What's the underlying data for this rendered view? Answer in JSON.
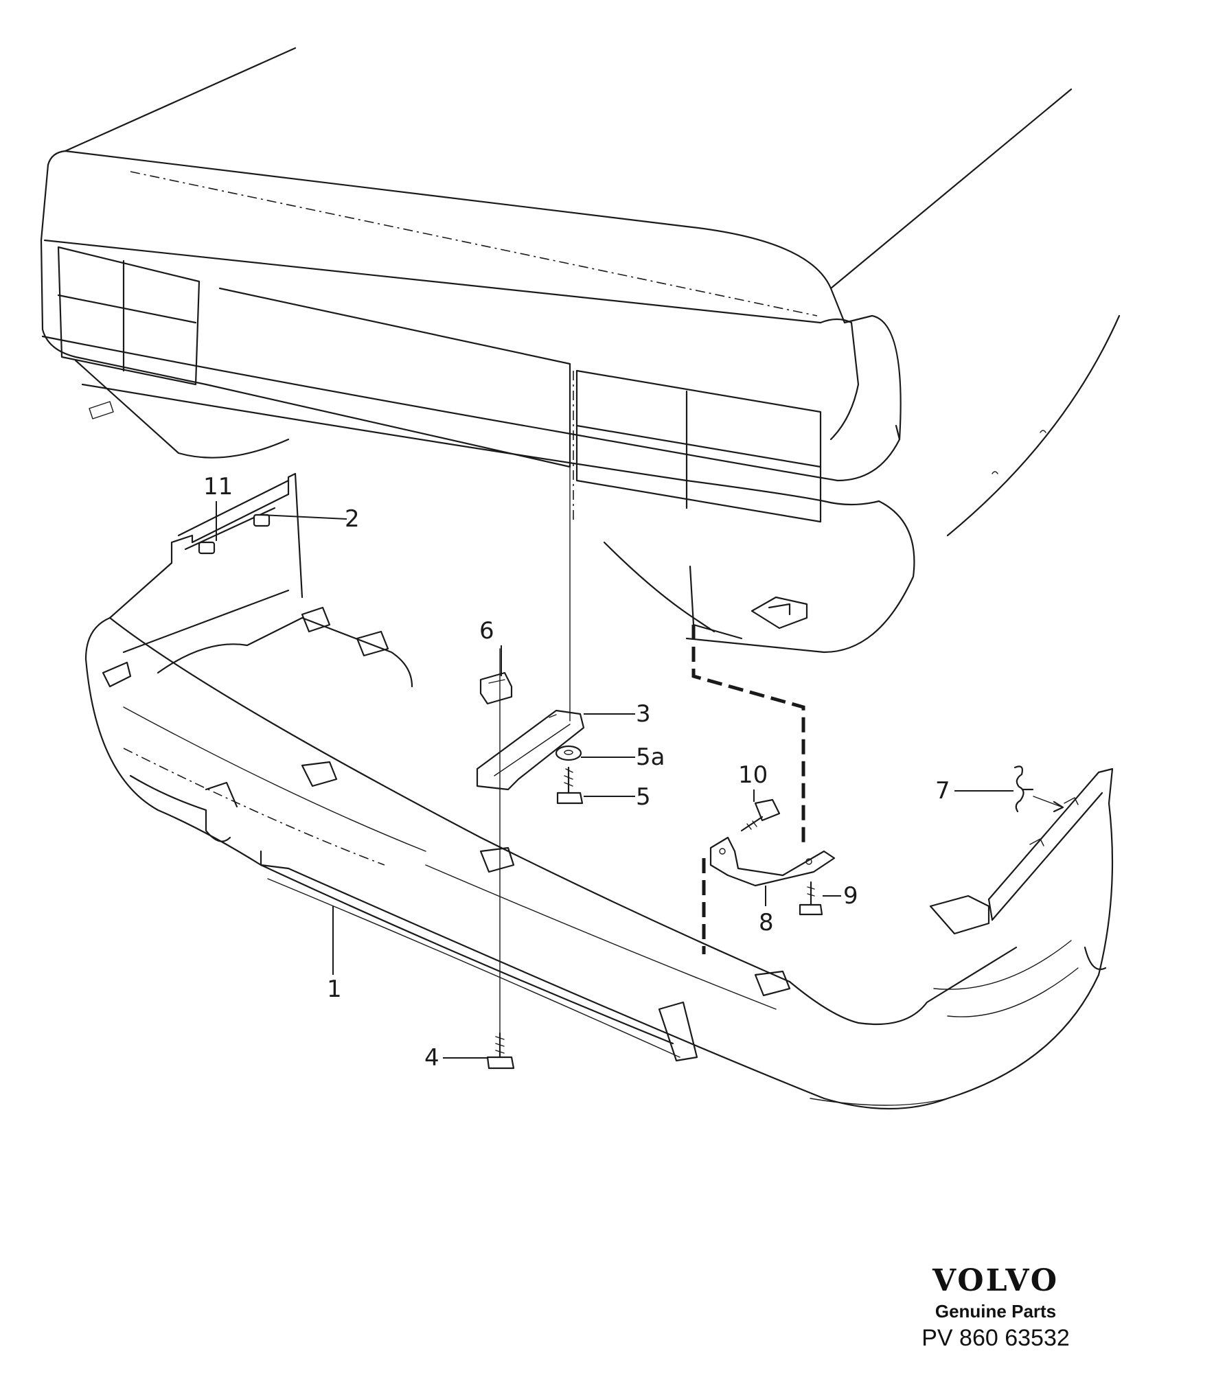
{
  "callouts": {
    "c1": "1",
    "c2": "2",
    "c3": "3",
    "c4": "4",
    "c5": "5",
    "c5a": "5a",
    "c6": "6",
    "c7": "7",
    "c8": "8",
    "c9": "9",
    "c10": "10",
    "c11": "11"
  },
  "brand": {
    "logo": "VOLVO",
    "subtitle": "Genuine Parts",
    "code": "PV 860 63532"
  }
}
